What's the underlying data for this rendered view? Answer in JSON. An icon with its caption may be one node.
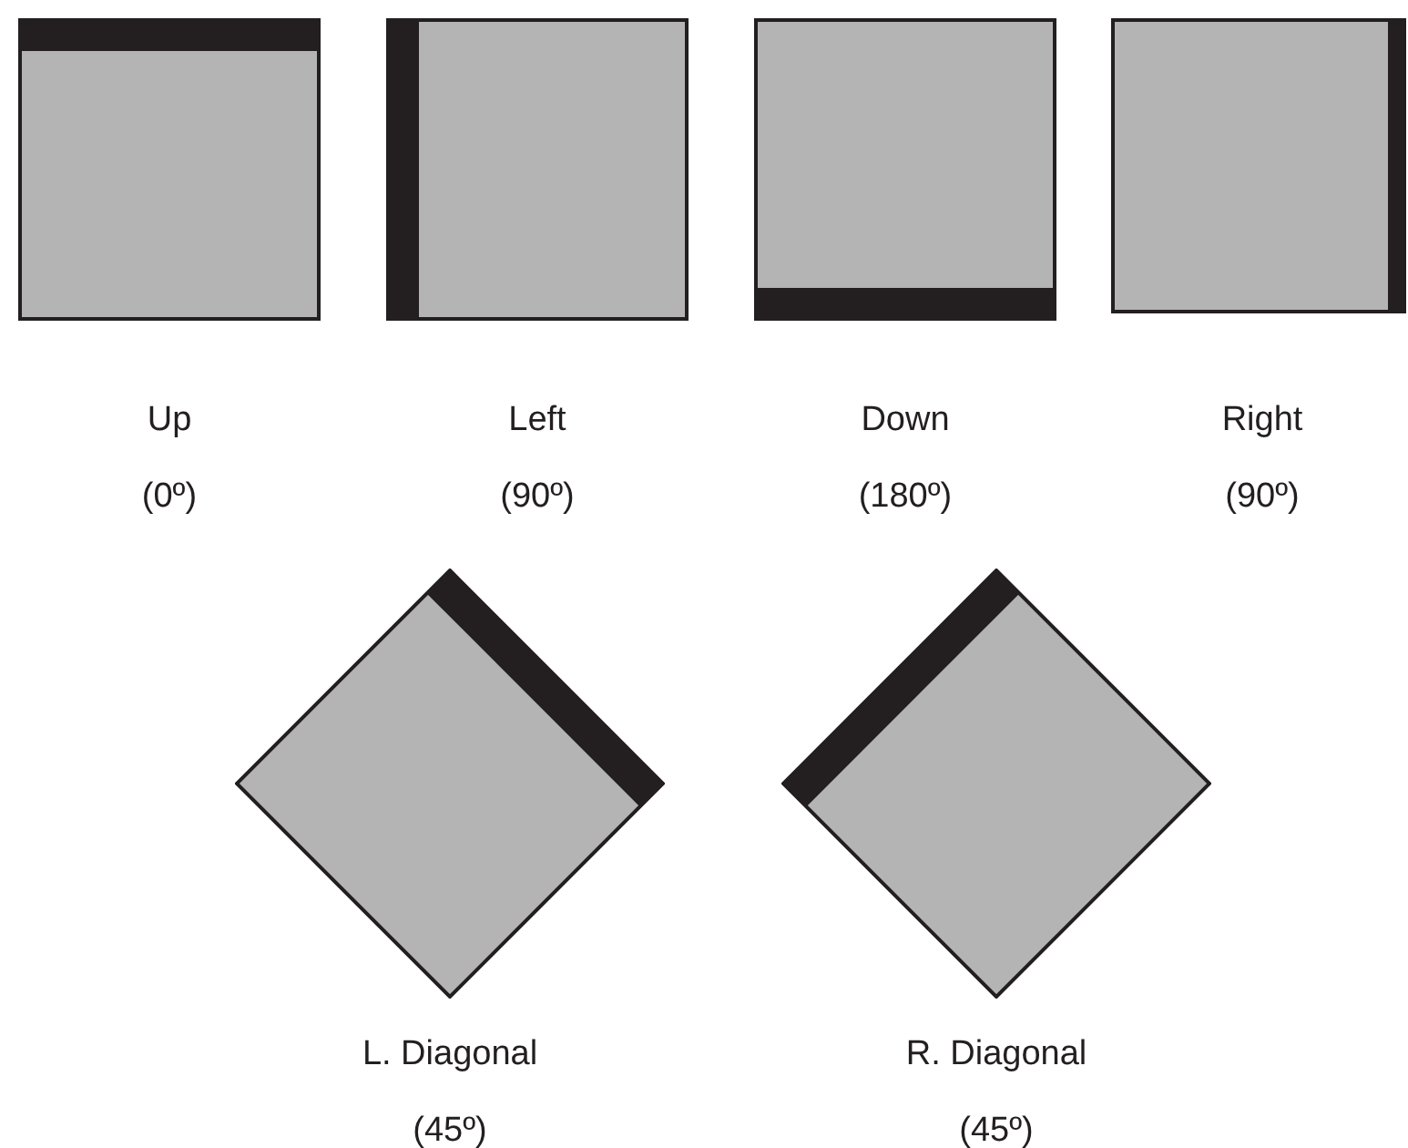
{
  "diagram": {
    "nodes": [
      {
        "text": [],
        "shape": "box",
        "beside": [
          "Up",
          "(0º)"
        ]
      },
      {
        "text": [],
        "shape": "box",
        "beside": [
          "Left",
          "(90º)"
        ]
      },
      {
        "text": [],
        "shape": "box",
        "beside": [
          "Down",
          "(180º)"
        ]
      },
      {
        "text": [],
        "shape": "box",
        "beside": [
          "Right",
          "(90º)"
        ]
      },
      {
        "text": [],
        "shape": "diamond",
        "beside": [
          "L. Diagonal",
          "(45º)"
        ]
      },
      {
        "text": [],
        "shape": "diamond",
        "beside": [
          "R. Diagonal",
          "(45º)"
        ]
      }
    ]
  }
}
